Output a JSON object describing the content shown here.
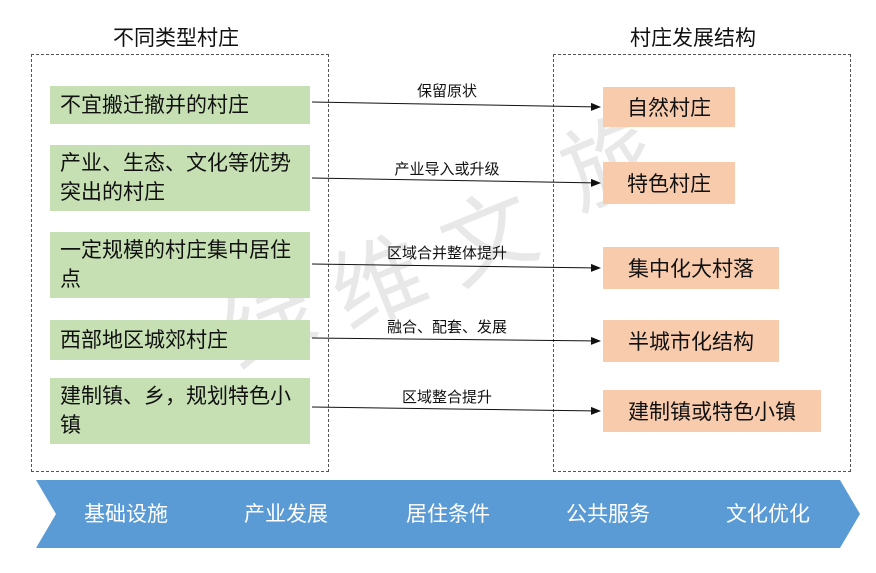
{
  "left_title": "不同类型村庄",
  "right_title": "村庄发展结构",
  "left_items": [
    "不宜搬迁撤并的村庄",
    "产业、生态、文化等优势突出的村庄",
    "一定规模的村庄集中居住点",
    "西部地区城郊村庄",
    "建制镇、乡，规划特色小镇"
  ],
  "arrow_labels": [
    "保留原状",
    "产业导入或升级",
    "区域合并整体提升",
    "融合、配套、发展",
    "区域整合提升"
  ],
  "right_items": [
    "自然村庄",
    "特色村庄",
    "集中化大村落",
    "半城市化结构",
    "建制镇或特色小镇"
  ],
  "chevrons": [
    "基础设施",
    "产业发展",
    "居住条件",
    "公共服务",
    "文化优化"
  ],
  "watermark": [
    "绿",
    "维",
    "文",
    "旅"
  ],
  "colors": {
    "green_box": "#c6e0b4",
    "orange_box": "#f8cbad",
    "chevron": "#5b9bd5"
  }
}
